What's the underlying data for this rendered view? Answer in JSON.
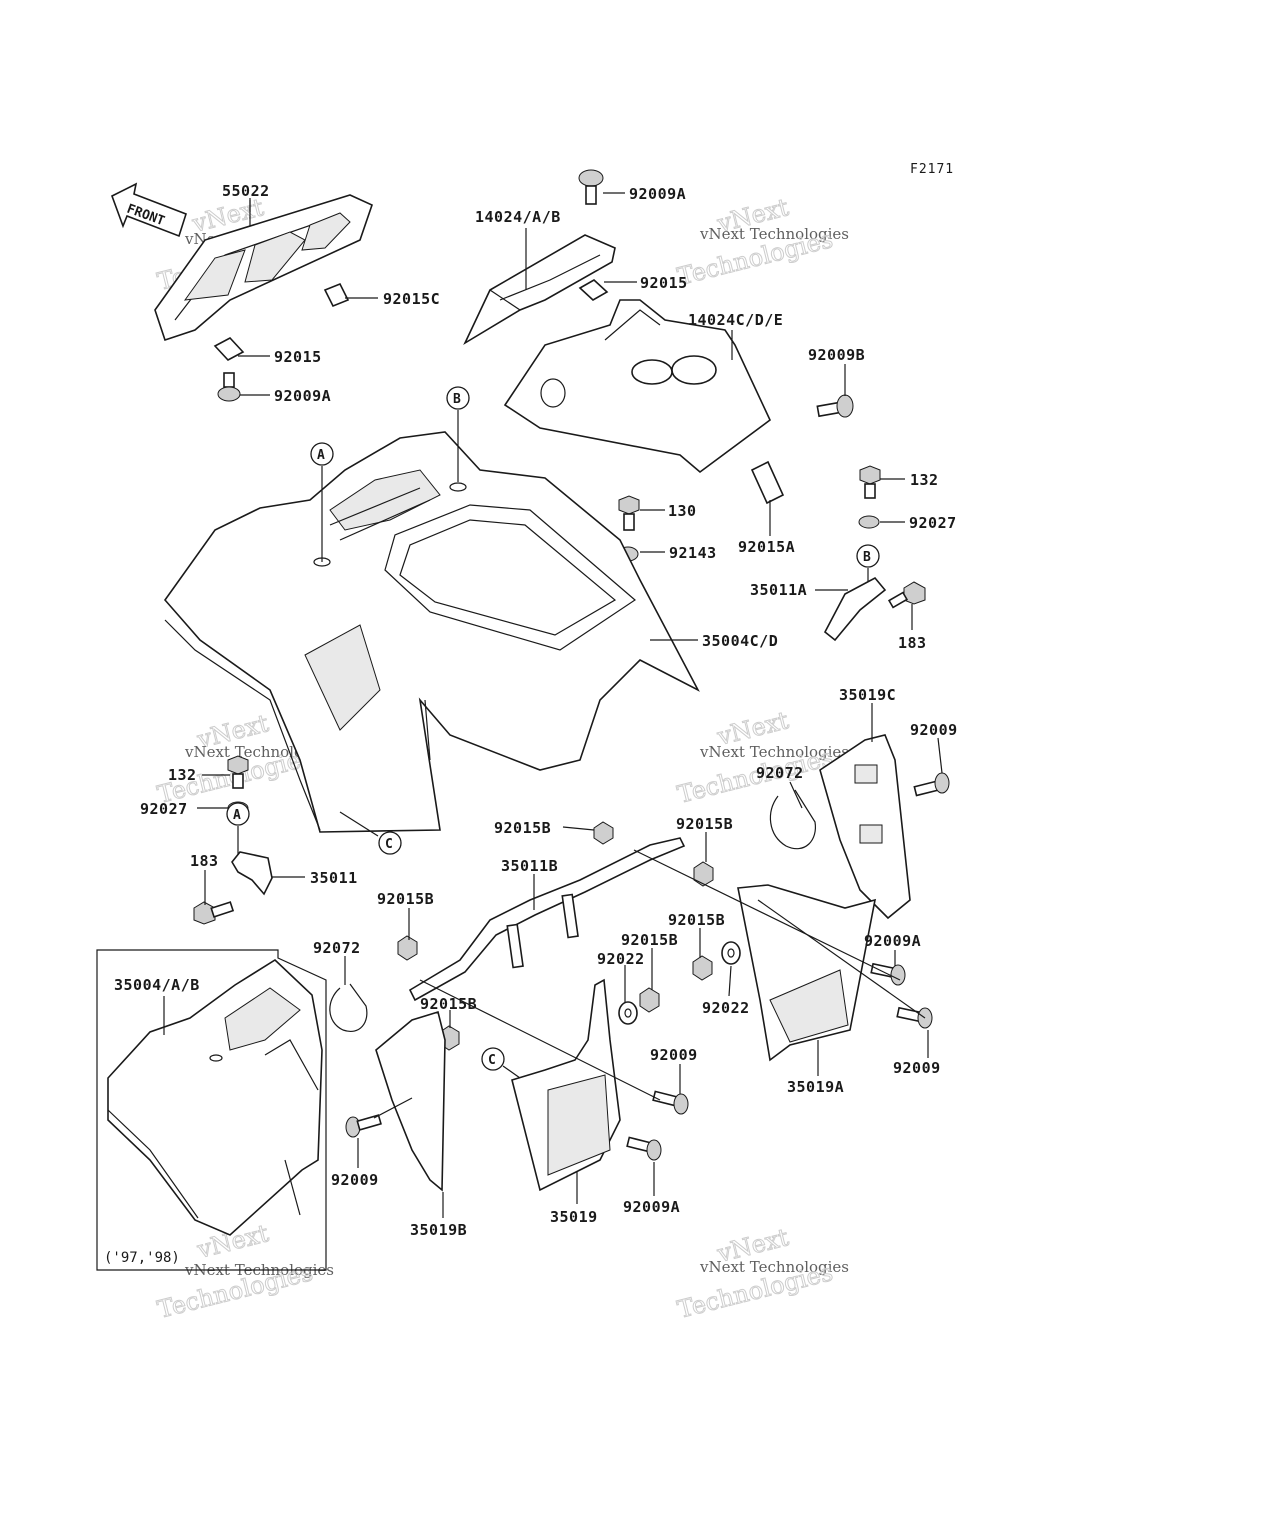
{
  "figure_code": "F2171",
  "front_arrow": "FRONT",
  "inset_note": "('97,'98)",
  "watermark": {
    "line1": "vNext Technologies",
    "line2": "vNext",
    "line3": "Technologies"
  },
  "references": [
    "A",
    "B",
    "C"
  ],
  "parts": [
    {
      "id": "55022",
      "label": "55022"
    },
    {
      "id": "92015C",
      "label": "92015C"
    },
    {
      "id": "92015-left",
      "label": "92015"
    },
    {
      "id": "92009A-left",
      "label": "92009A"
    },
    {
      "id": "92009A-top",
      "label": "92009A"
    },
    {
      "id": "14024AB",
      "label": "14024/A/B"
    },
    {
      "id": "92015-top",
      "label": "92015"
    },
    {
      "id": "14024CDE",
      "label": "14024C/D/E"
    },
    {
      "id": "92009B",
      "label": "92009B"
    },
    {
      "id": "132-right",
      "label": "132"
    },
    {
      "id": "92027-right",
      "label": "92027"
    },
    {
      "id": "130",
      "label": "130"
    },
    {
      "id": "92015A",
      "label": "92015A"
    },
    {
      "id": "92143",
      "label": "92143"
    },
    {
      "id": "35011A",
      "label": "35011A"
    },
    {
      "id": "35004CD",
      "label": "35004C/D"
    },
    {
      "id": "183-right",
      "label": "183"
    },
    {
      "id": "35019C",
      "label": "35019C"
    },
    {
      "id": "92009-right",
      "label": "92009"
    },
    {
      "id": "92072-right",
      "label": "92072"
    },
    {
      "id": "132-left",
      "label": "132"
    },
    {
      "id": "92027-left",
      "label": "92027"
    },
    {
      "id": "92015B-1",
      "label": "92015B"
    },
    {
      "id": "92015B-2",
      "label": "92015B"
    },
    {
      "id": "183-left",
      "label": "183"
    },
    {
      "id": "35011",
      "label": "35011"
    },
    {
      "id": "35011B",
      "label": "35011B"
    },
    {
      "id": "92015B-3",
      "label": "92015B"
    },
    {
      "id": "92015B-4",
      "label": "92015B"
    },
    {
      "id": "92009A-right",
      "label": "92009A"
    },
    {
      "id": "92072-left",
      "label": "92072"
    },
    {
      "id": "92015B-5",
      "label": "92015B"
    },
    {
      "id": "92022-1",
      "label": "92022"
    },
    {
      "id": "35004AB",
      "label": "35004/A/B"
    },
    {
      "id": "92022-2",
      "label": "92022"
    },
    {
      "id": "92015B-6",
      "label": "92015B"
    },
    {
      "id": "92009-mid",
      "label": "92009"
    },
    {
      "id": "92009-far",
      "label": "92009"
    },
    {
      "id": "35019A",
      "label": "35019A"
    },
    {
      "id": "92009-left",
      "label": "92009"
    },
    {
      "id": "92009A-bottom",
      "label": "92009A"
    },
    {
      "id": "35019",
      "label": "35019"
    },
    {
      "id": "35019B",
      "label": "35019B"
    }
  ]
}
